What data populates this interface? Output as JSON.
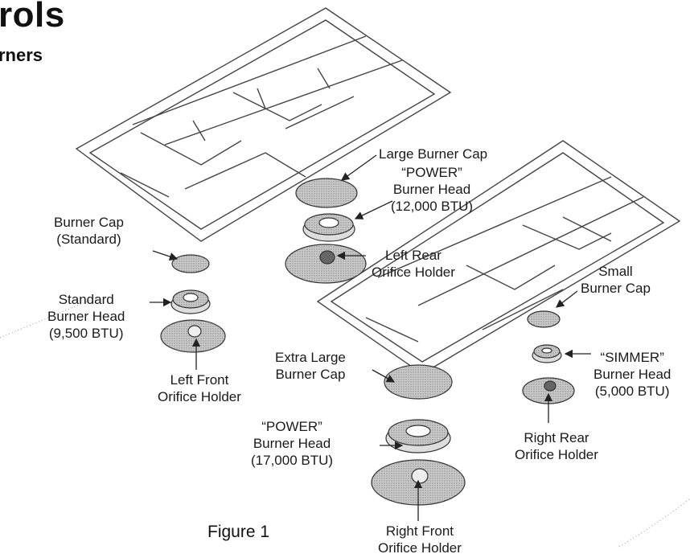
{
  "header": {
    "title": "rols",
    "subtitle": "rners"
  },
  "labels": {
    "burner_cap_standard": [
      "Burner Cap",
      "(Standard)"
    ],
    "standard_burner_head": [
      "Standard",
      "Burner Head",
      "(9,500 BTU)"
    ],
    "left_front_orifice": [
      "Left Front",
      "Orifice Holder"
    ],
    "large_burner_cap": [
      "Large Burner Cap"
    ],
    "power_burner_head_12000": [
      "“POWER”",
      "Burner Head",
      "(12,000 BTU)"
    ],
    "left_rear_orifice": [
      "Left Rear",
      "Orifice Holder"
    ],
    "extra_large_burner_cap": [
      "Extra Large",
      "Burner Cap"
    ],
    "power_burner_head_17000": [
      "“POWER”",
      "Burner Head",
      "(17,000 BTU)"
    ],
    "right_front_orifice": [
      "Right Front",
      "Orifice Holder"
    ],
    "small_burner_cap": [
      "Small",
      "Burner Cap"
    ],
    "simmer_burner_head": [
      "“SIMMER”",
      "Burner Head",
      "(5,000 BTU)"
    ],
    "right_rear_orifice": [
      "Right Rear",
      "Orifice Holder"
    ]
  },
  "figure_caption": "Figure 1",
  "colors": {
    "line": "#333333",
    "part_fill": "#bdbdbd",
    "part_dark": "#7a7a7a"
  }
}
